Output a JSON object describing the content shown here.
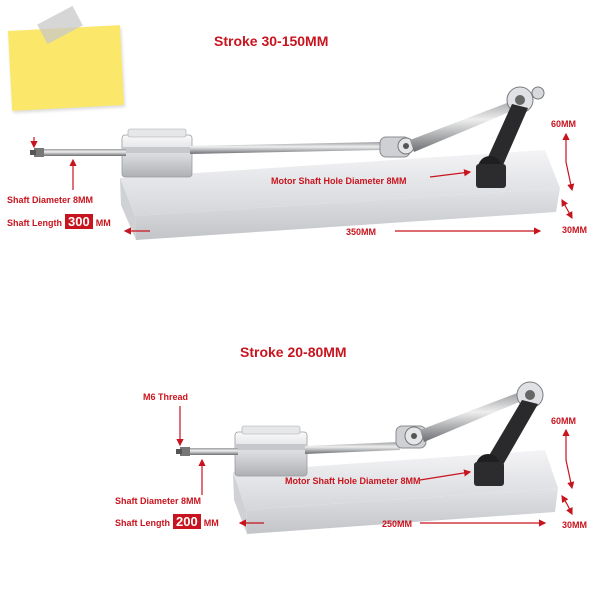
{
  "colors": {
    "accent": "#c8141e",
    "sticky_note": "#fbe86a"
  },
  "top_variant": {
    "title": "Stroke 30-150MM",
    "shaft_diameter": "Shaft Diameter 8MM",
    "shaft_length_prefix": "Shaft Length",
    "shaft_length_value": "300",
    "shaft_length_unit": "MM",
    "motor_hole": "Motor Shaft Hole Diameter 8MM",
    "length": "350MM",
    "height": "60MM",
    "depth": "30MM"
  },
  "bottom_variant": {
    "title": "Stroke 20-80MM",
    "thread": "M6 Thread",
    "shaft_diameter": "Shaft Diameter 8MM",
    "shaft_length_prefix": "Shaft Length",
    "shaft_length_value": "200",
    "shaft_length_unit": "MM",
    "motor_hole": "Motor Shaft Hole Diameter 8MM",
    "length": "250MM",
    "height": "60MM",
    "depth": "30MM"
  }
}
